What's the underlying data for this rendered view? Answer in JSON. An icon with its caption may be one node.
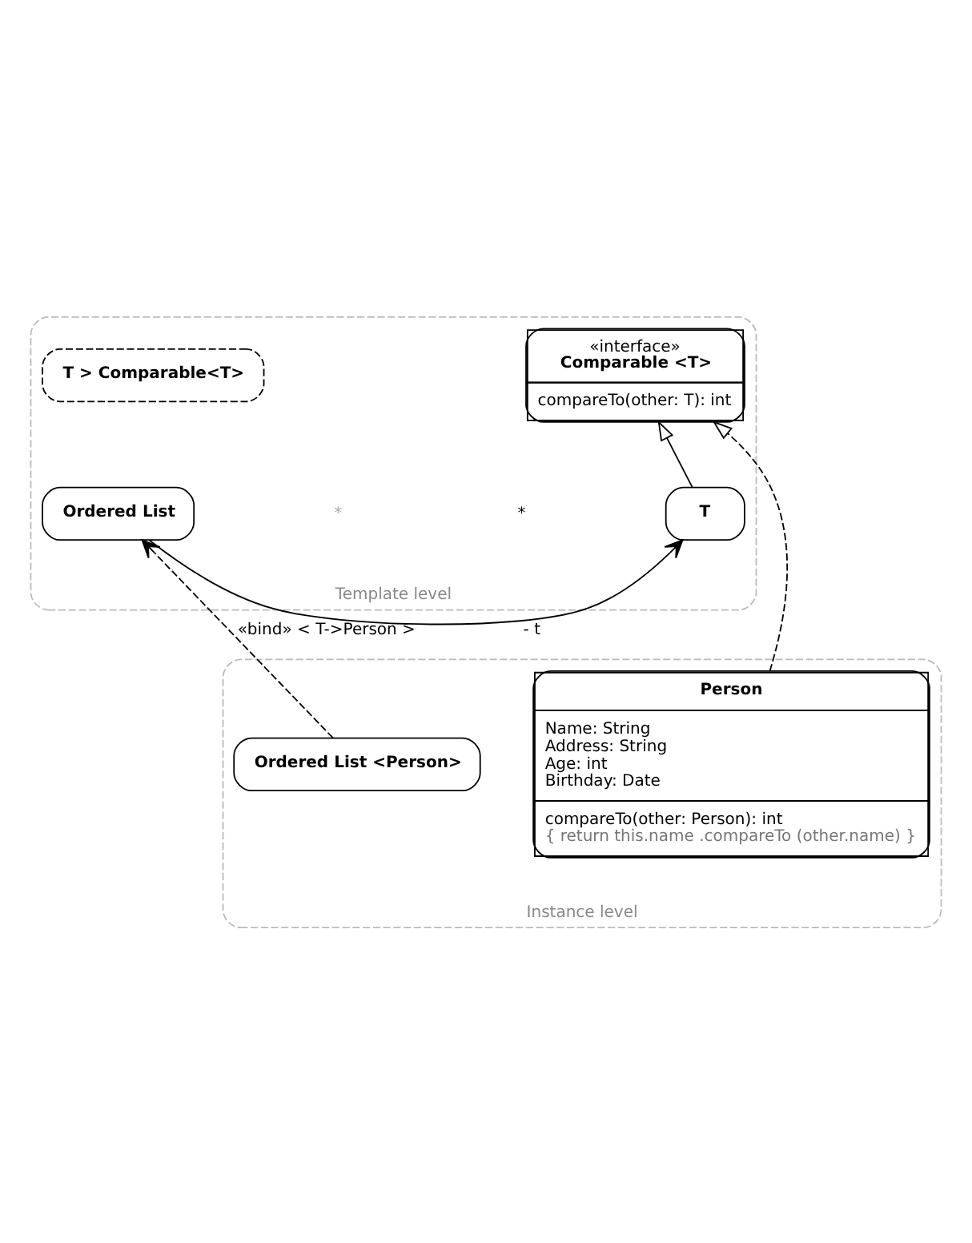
{
  "diagram": {
    "nodes": [
      {
        "text": [
          "Template level"
        ]
      },
      {
        "text": [
          "«interface»",
          "Comparable <T>",
          "compareTo(other: T): int"
        ],
        "in": 0
      },
      {
        "text": [
          "T > Comparable<T>"
        ],
        "in": 0
      },
      {
        "text": [
          "Ordered List"
        ],
        "in": 0
      },
      {
        "text": [
          "T"
        ],
        "in": 0
      },
      {
        "text": [
          "Instance level"
        ]
      },
      {
        "text": [
          "Ordered List <Person>"
        ],
        "in": 5
      },
      {
        "text": [
          "Person",
          "Name: String",
          "Address: String",
          "Age: int",
          "Birthday: Date",
          "compareTo(other: Person): int",
          "{ return this.name .compareTo (other.name) }"
        ],
        "in": 5
      }
    ],
    "edges": [
      {
        "from": 3,
        "to": 4,
        "arrow": "to",
        "label": "- t"
      },
      {
        "from": 4,
        "to": 1,
        "arrow": "to"
      },
      {
        "from": 7,
        "to": 1,
        "arrow": "to",
        "style": "dashed"
      },
      {
        "from": 6,
        "to": 3,
        "arrow": "to",
        "style": "dashed",
        "label": "«bind» < T->Person >"
      }
    ],
    "labels": [
      "*",
      "*"
    ]
  }
}
